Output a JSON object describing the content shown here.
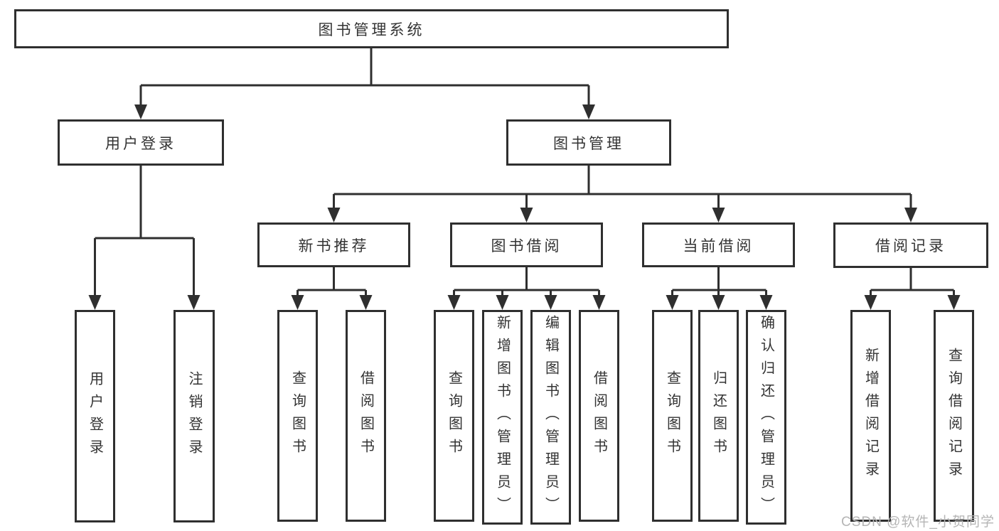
{
  "tree": {
    "label": "图书管理系统",
    "children": [
      {
        "label": "用户登录",
        "children": [
          {
            "label": "用户登录"
          },
          {
            "label": "注销登录"
          }
        ]
      },
      {
        "label": "图书管理",
        "children": [
          {
            "label": "新书推荐",
            "children": [
              {
                "label": "查询图书"
              },
              {
                "label": "借阅图书"
              }
            ]
          },
          {
            "label": "图书借阅",
            "children": [
              {
                "label": "查询图书"
              },
              {
                "label": "新增图书（管理员）"
              },
              {
                "label": "编辑图书（管理员）"
              },
              {
                "label": "借阅图书"
              }
            ]
          },
          {
            "label": "当前借阅",
            "children": [
              {
                "label": "查询图书"
              },
              {
                "label": "归还图书"
              },
              {
                "label": "确认归还（管理员）"
              }
            ]
          },
          {
            "label": "借阅记录",
            "children": [
              {
                "label": "新增借阅记录"
              },
              {
                "label": "查询借阅记录"
              }
            ]
          }
        ]
      }
    ]
  },
  "colors": {
    "line": "#2f2f2f",
    "text": "#333333",
    "watermark": "#b5b5b5"
  },
  "watermark": "CSDN @软件_小贺同学"
}
